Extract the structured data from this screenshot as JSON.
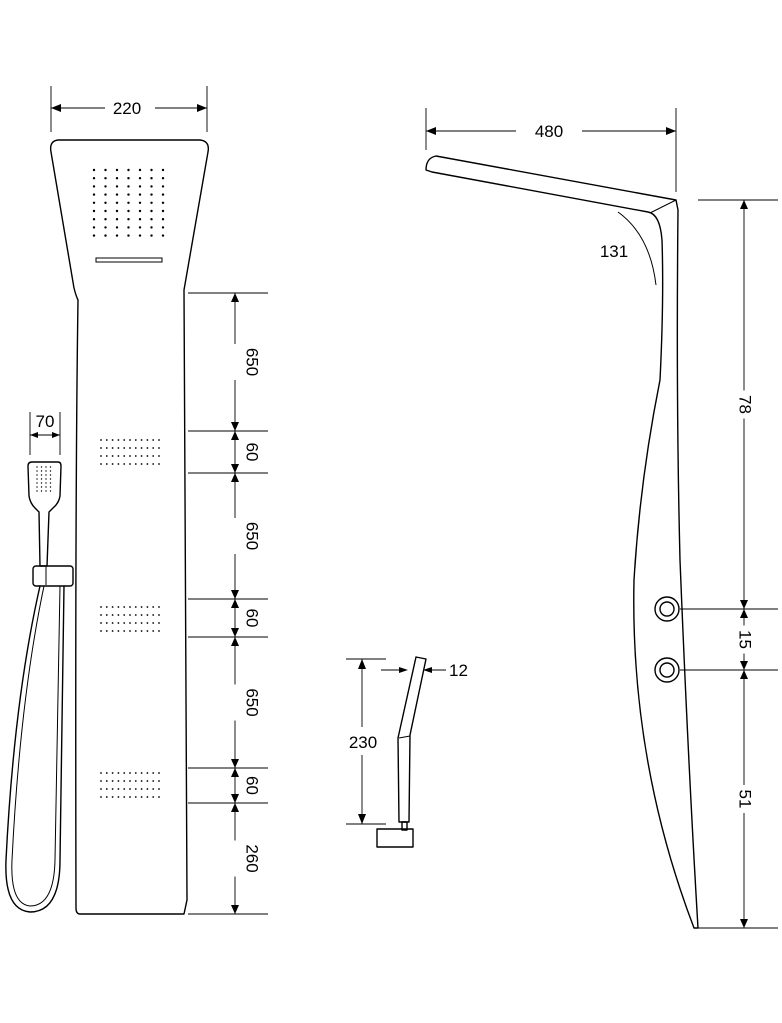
{
  "diagram": {
    "front_view": {
      "width": "220",
      "handshower_width": "70",
      "segments": [
        "650",
        "60",
        "650",
        "60",
        "650",
        "60",
        "260"
      ]
    },
    "top_view": {
      "depth": "480",
      "angle": "131",
      "heights": [
        "78",
        "15",
        "51"
      ]
    },
    "spout_detail": {
      "height": "230",
      "thickness": "12"
    },
    "colors": {
      "line": "#000000",
      "background": "#ffffff"
    }
  }
}
